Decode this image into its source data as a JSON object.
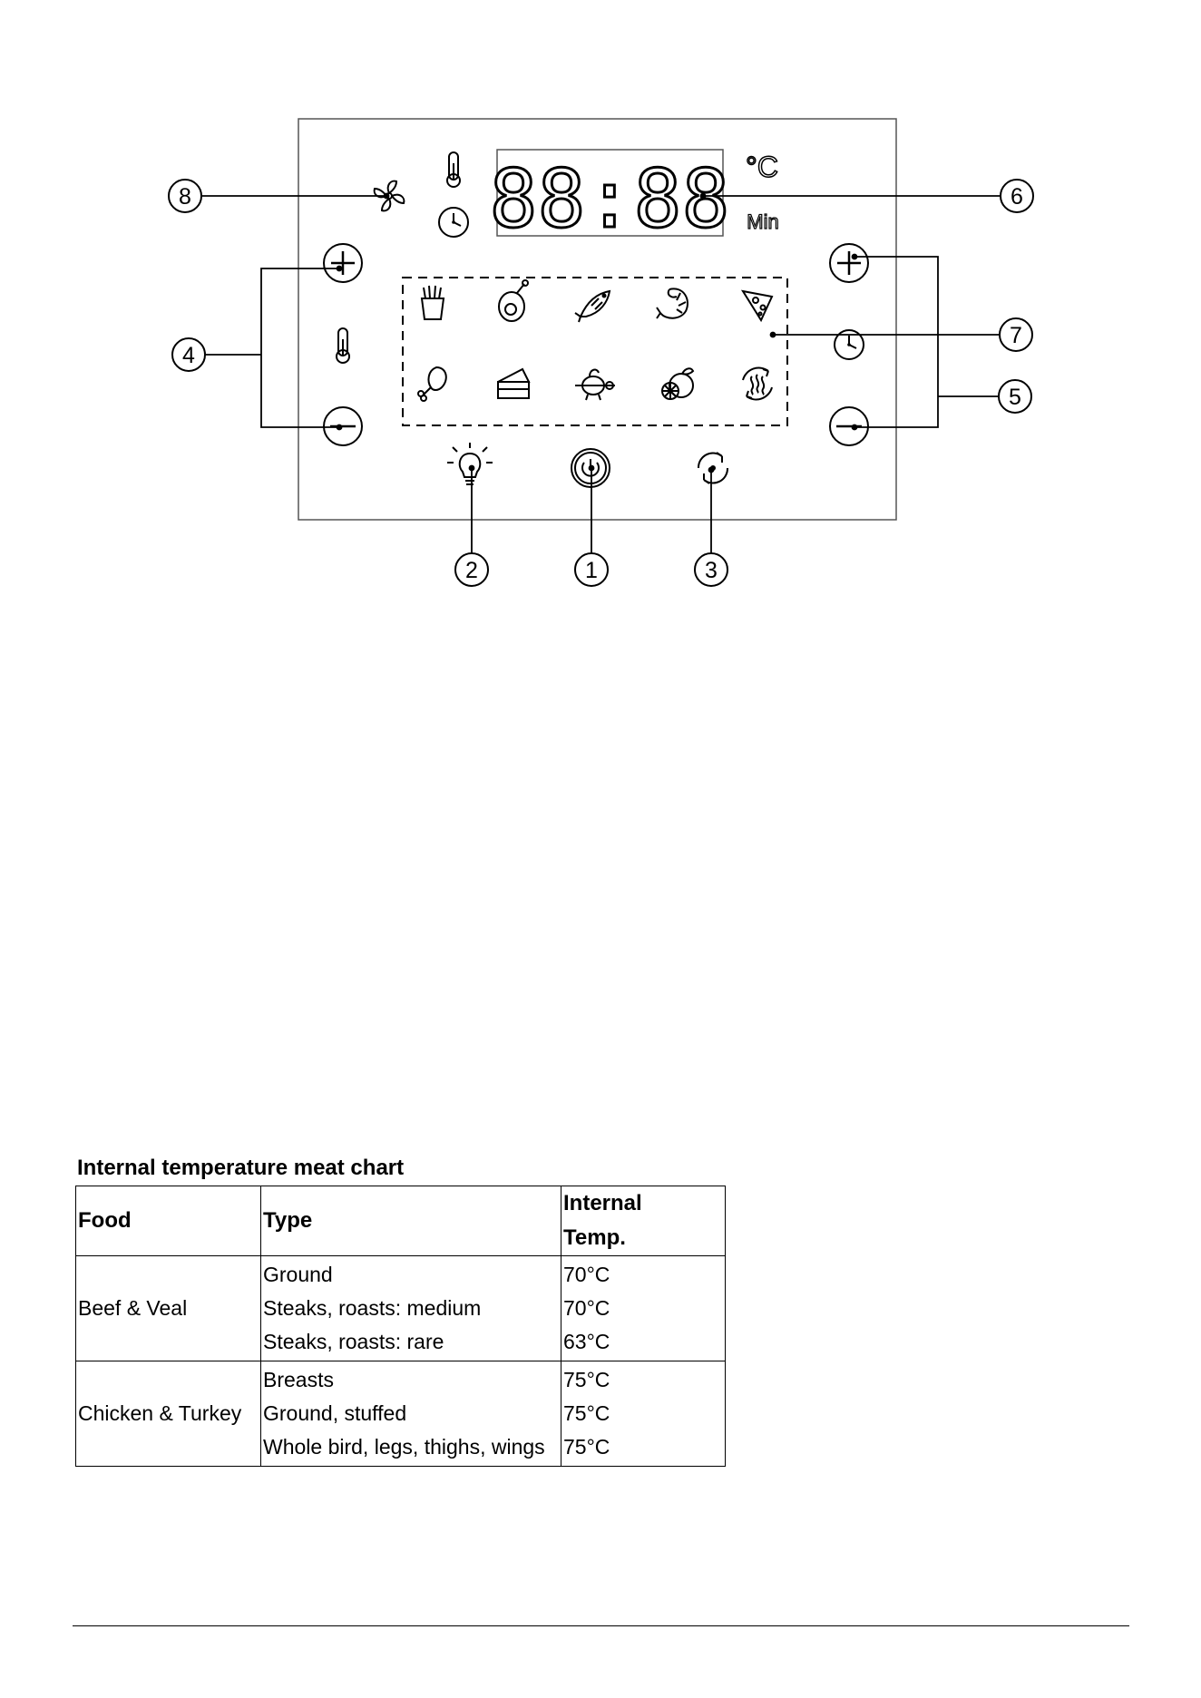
{
  "diagram": {
    "display": {
      "digits": "88:88",
      "unit_temp": "°C",
      "unit_time": "Min"
    },
    "callouts": [
      "1",
      "2",
      "3",
      "4",
      "5",
      "6",
      "7",
      "8"
    ]
  },
  "chart": {
    "title": "Internal temperature meat chart",
    "headers": {
      "food": "Food",
      "type": "Type",
      "temp_line1": "Internal",
      "temp_line2": "Temp."
    },
    "groups": [
      {
        "food": "Beef & Veal",
        "rows": [
          {
            "type": "Ground",
            "temp": "70°C"
          },
          {
            "type": "Steaks, roasts: medium",
            "temp": "70°C"
          },
          {
            "type": "Steaks, roasts: rare",
            "temp": "63°C"
          }
        ]
      },
      {
        "food": "Chicken & Turkey",
        "rows": [
          {
            "type": "Breasts",
            "temp": "75°C"
          },
          {
            "type": "Ground, stuffed",
            "temp": "75°C"
          },
          {
            "type": "Whole bird, legs, thighs, wings",
            "temp": "75°C"
          }
        ]
      }
    ]
  }
}
